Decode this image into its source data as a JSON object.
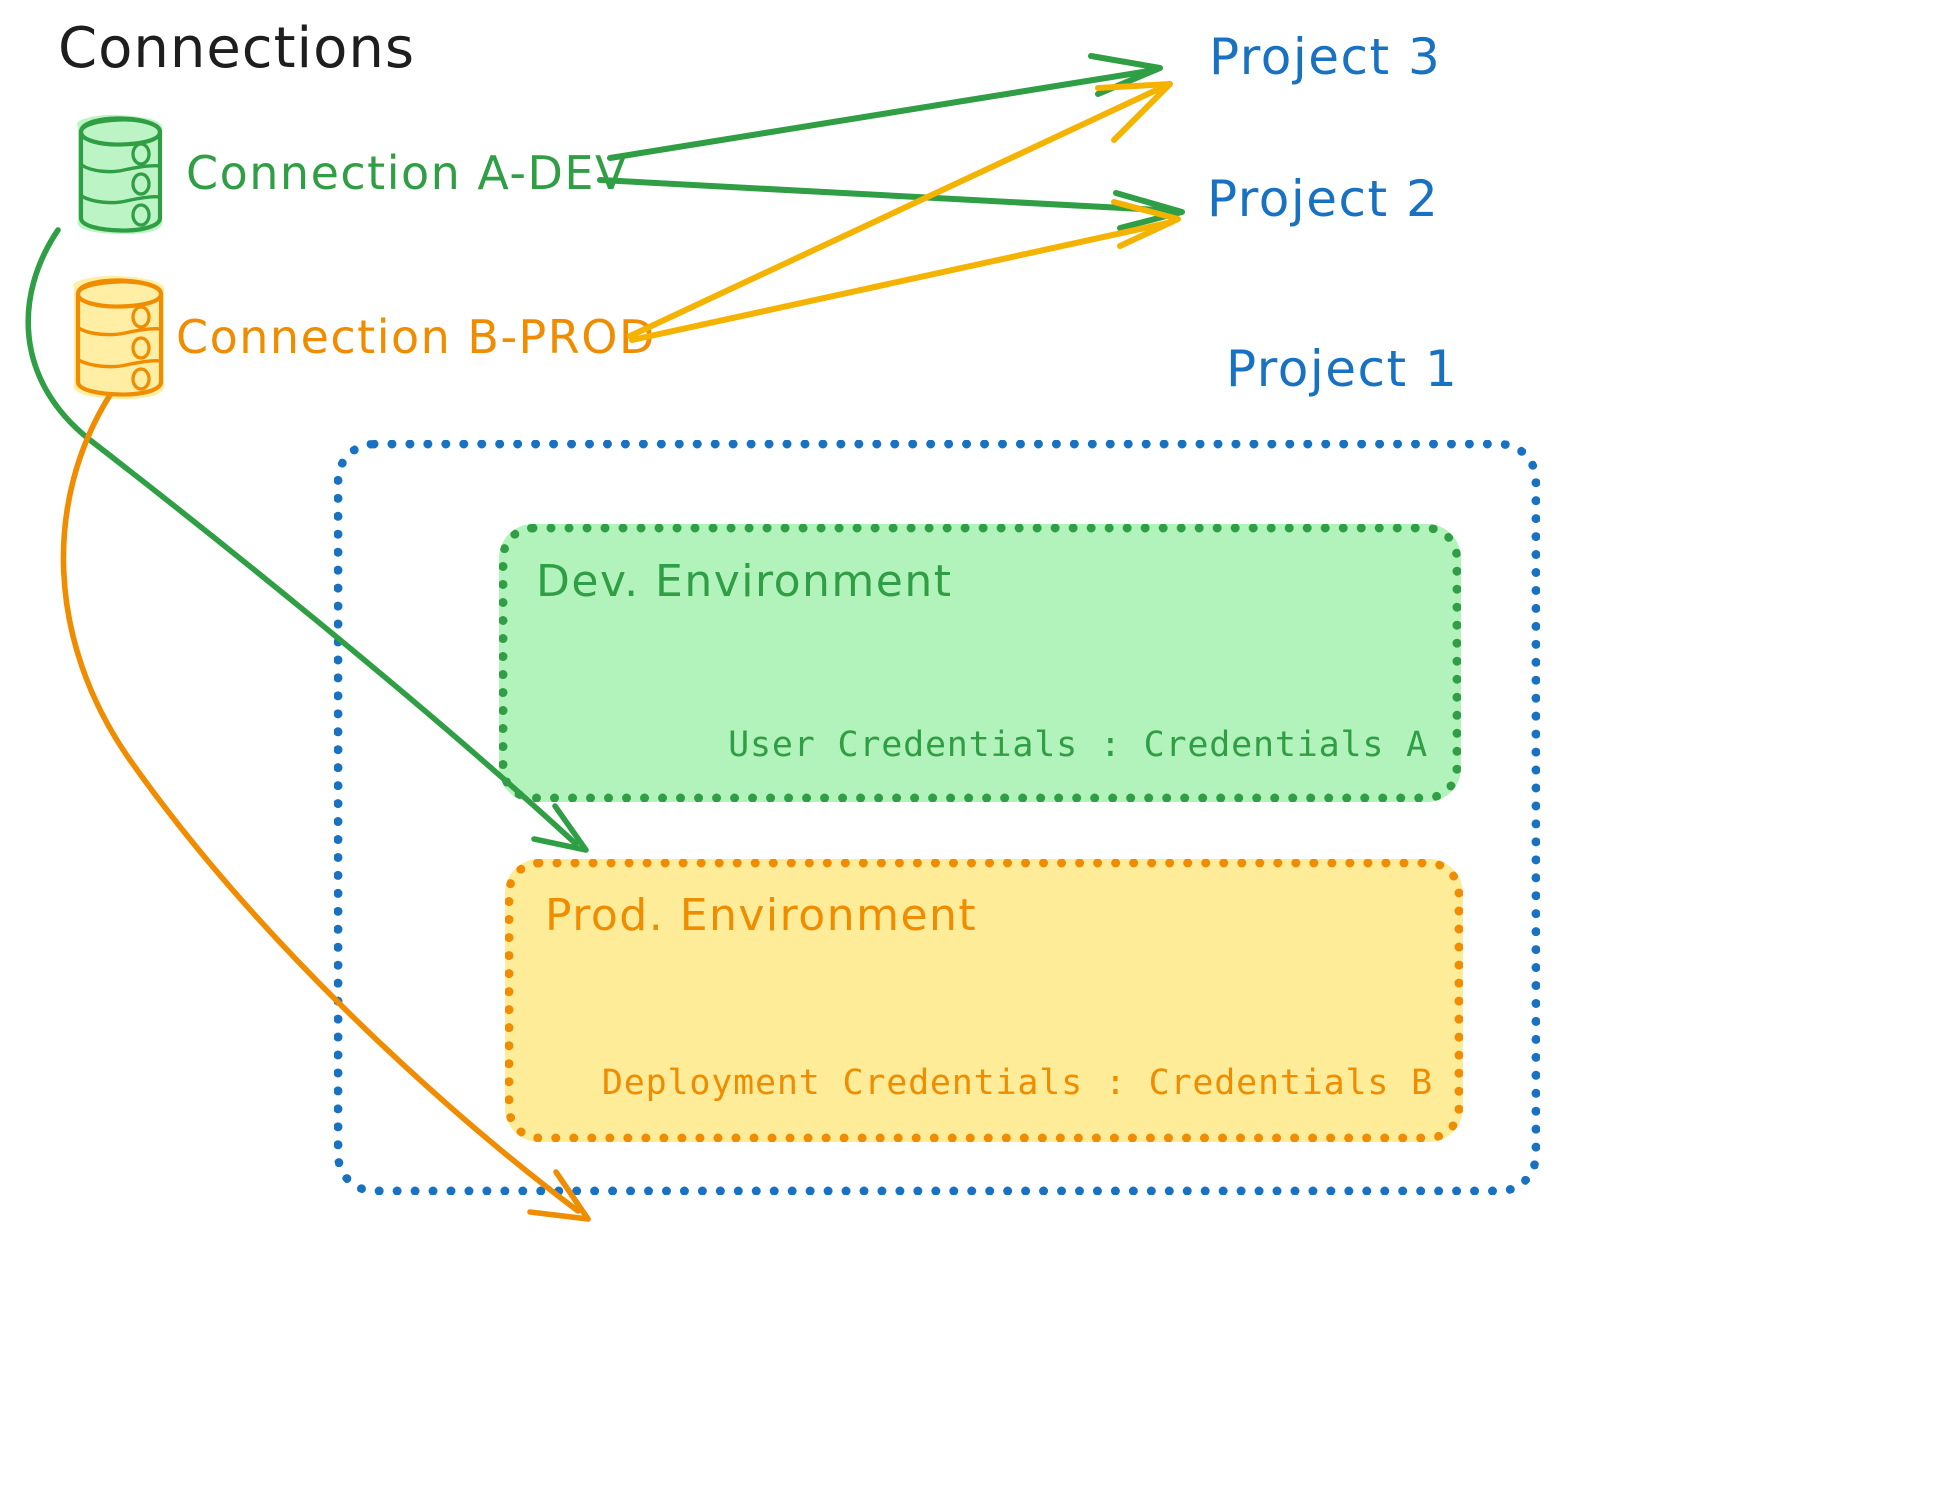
{
  "diagram": {
    "title": "Connections",
    "colors": {
      "green": "#2f9e44",
      "green_fill": "#b2f2bb",
      "orange": "#f08c00",
      "orange_fill": "#ffec99",
      "blue": "#1971c2",
      "black": "#1e1e1e"
    }
  },
  "connections": [
    {
      "id": "a-dev",
      "label": "Connection A-DEV",
      "icon": "database-icon",
      "color": "#2f9e44",
      "targets": [
        "Project 3",
        "Project 2",
        "Dev. Environment"
      ]
    },
    {
      "id": "b-prod",
      "label": "Connection B-PROD",
      "icon": "database-icon",
      "color": "#f08c00",
      "targets": [
        "Project 3",
        "Project 2",
        "Prod. Environment"
      ]
    }
  ],
  "projects": [
    {
      "id": "project-3",
      "label": "Project 3"
    },
    {
      "id": "project-2",
      "label": "Project 2"
    },
    {
      "id": "project-1",
      "label": "Project 1"
    }
  ],
  "project1": {
    "label": "Project 1",
    "environments": [
      {
        "id": "dev",
        "title": "Dev. Environment",
        "credentials_label": "User Credentials",
        "credentials_separator": ":",
        "credentials_value": "Credentials A",
        "credentials_line": "User Credentials : Credentials A",
        "color": "#2f9e44",
        "fill": "#b2f2bb"
      },
      {
        "id": "prod",
        "title": "Prod. Environment",
        "credentials_label": "Deployment Credentials",
        "credentials_separator": ":",
        "credentials_value": "Credentials B",
        "credentials_line": "Deployment Credentials : Credentials B",
        "color": "#f08c00",
        "fill": "#ffec99"
      }
    ]
  },
  "arrows": [
    {
      "id": "a-dev-to-project-3",
      "from": "Connection A-DEV",
      "to": "Project 3",
      "color": "#2f9e44"
    },
    {
      "id": "a-dev-to-project-2",
      "from": "Connection A-DEV",
      "to": "Project 2",
      "color": "#2f9e44"
    },
    {
      "id": "b-prod-to-project-3",
      "from": "Connection B-PROD",
      "to": "Project 3",
      "color": "#f08c00"
    },
    {
      "id": "b-prod-to-project-2",
      "from": "Connection B-PROD",
      "to": "Project 2",
      "color": "#f08c00"
    },
    {
      "id": "a-dev-to-dev-env",
      "from": "Connection A-DEV",
      "to": "Dev. Environment",
      "color": "#2f9e44"
    },
    {
      "id": "b-prod-to-prod-env",
      "from": "Connection B-PROD",
      "to": "Prod. Environment",
      "color": "#f08c00"
    }
  ]
}
